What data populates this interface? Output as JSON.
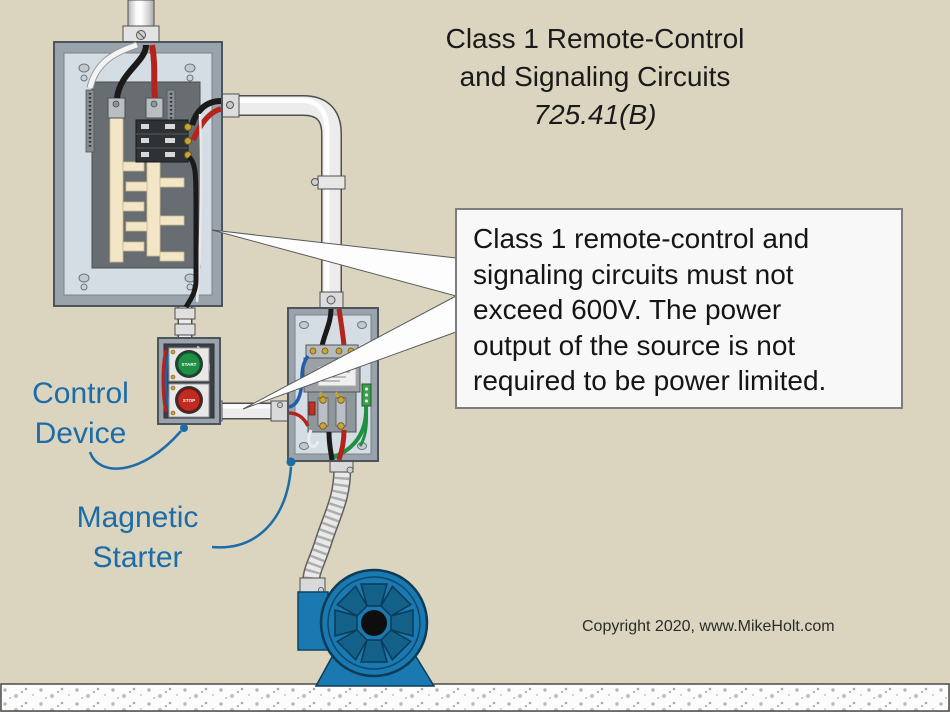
{
  "slide": {
    "title": {
      "line1": "Class 1 Remote-Control",
      "line2": "and Signaling Circuits",
      "line3": "725.41(B)"
    },
    "callout": {
      "line1": "Class 1 remote-control and",
      "line2": "signaling circuits must not",
      "line3": "exceed 600V. The power",
      "line4": "output of the source is not",
      "line5": "required to be power limited."
    },
    "labels": {
      "control_device_line1": "Control",
      "control_device_line2": "Device",
      "magnetic_starter_line1": "Magnetic",
      "magnetic_starter_line2": "Starter"
    },
    "equipment": {
      "start_button_label": "START",
      "stop_button_label": "STOP"
    },
    "copyright": "Copyright 2020, www.MikeHolt.com",
    "colors": {
      "background": "#dbd5bf",
      "label_blue": "#1b6ca8",
      "motor_blue": "#1a79b1",
      "panel_gray": "#9aa3ab",
      "panel_interior": "#d3dde3",
      "busbar_cream": "#f3e6c6",
      "wire_red": "#b3251c",
      "wire_green": "#1e9141",
      "start_green": "#1f8f45",
      "stop_red": "#bf2b1f",
      "callout_bg": "#f8f8f8"
    }
  }
}
